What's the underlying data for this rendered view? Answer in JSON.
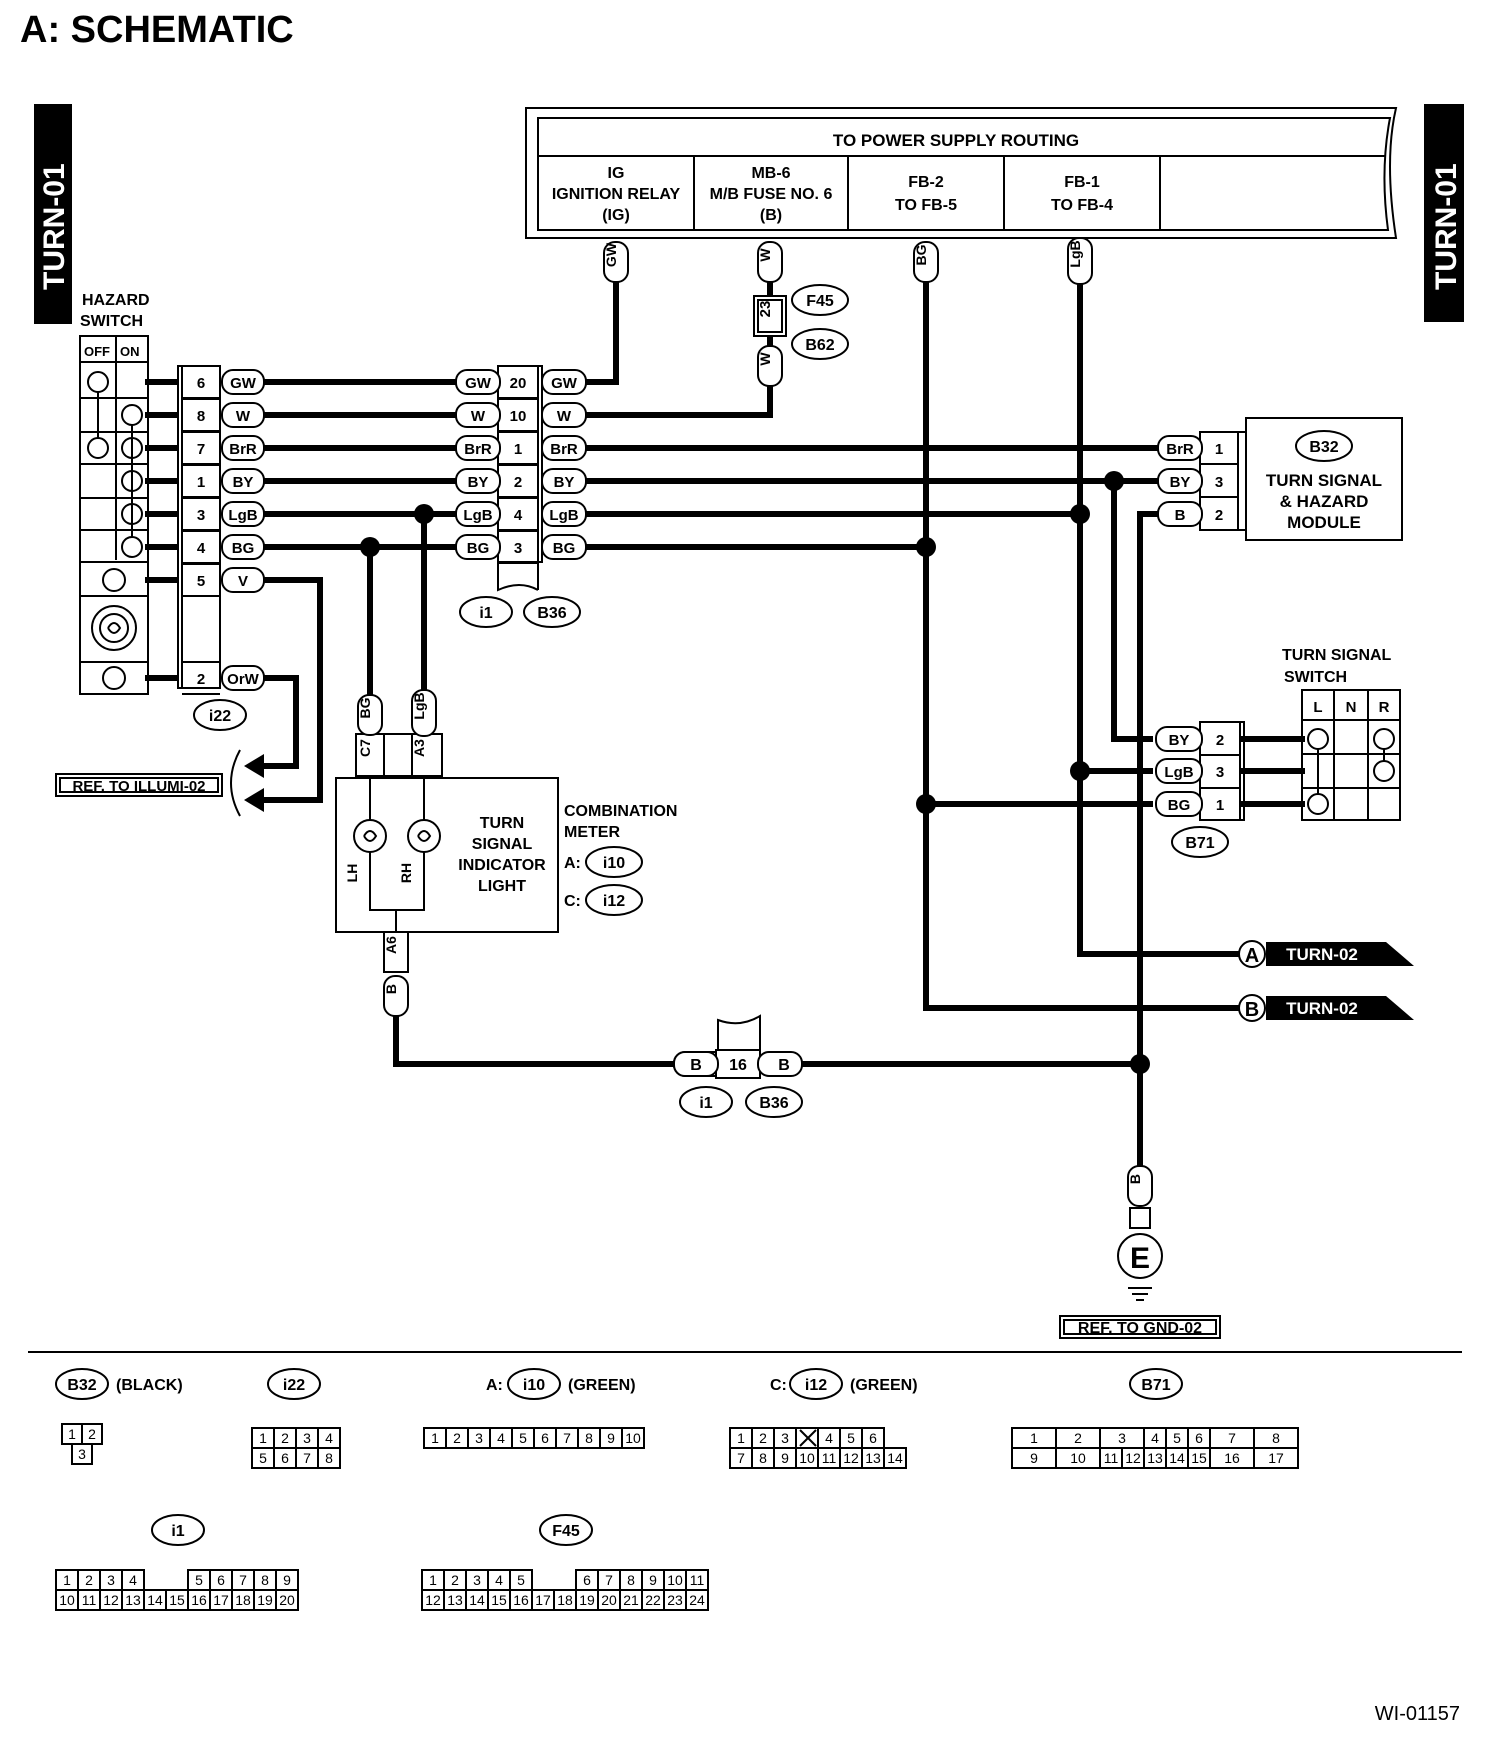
{
  "title": "A:  SCHEMATIC",
  "side_tab_left": "TURN-01",
  "side_tab_right": "TURN-01",
  "figure_id": "WI-01157",
  "power_supply": {
    "title": "TO POWER SUPPLY ROUTING",
    "columns": [
      {
        "line1": "IG",
        "line2": "IGNITION RELAY",
        "line3": "(IG)"
      },
      {
        "line1": "MB-6",
        "line2": "M/B FUSE NO. 6",
        "line3": "(B)"
      },
      {
        "line1": "FB-2",
        "line2": "TO FB-5",
        "line3": ""
      },
      {
        "line1": "FB-1",
        "line2": "TO FB-4",
        "line3": ""
      }
    ]
  },
  "hazard_switch": {
    "label1": "HAZARD",
    "label2": "SWITCH",
    "off": "OFF",
    "on": "ON"
  },
  "i22_rows": [
    {
      "pin": "6",
      "wire": "GW"
    },
    {
      "pin": "8",
      "wire": "W"
    },
    {
      "pin": "7",
      "wire": "BrR"
    },
    {
      "pin": "1",
      "wire": "BY"
    },
    {
      "pin": "3",
      "wire": "LgB"
    },
    {
      "pin": "4",
      "wire": "BG"
    },
    {
      "pin": "5",
      "wire": "V"
    },
    {
      "pin": "2",
      "wire": "OrW"
    }
  ],
  "b36_rows": [
    {
      "left": "GW",
      "pin": "20",
      "right": "GW"
    },
    {
      "left": "W",
      "pin": "10",
      "right": "W"
    },
    {
      "left": "BrR",
      "pin": "1",
      "right": "BrR"
    },
    {
      "left": "BY",
      "pin": "2",
      "right": "BY"
    },
    {
      "left": "LgB",
      "pin": "4",
      "right": "LgB"
    },
    {
      "left": "BG",
      "pin": "3",
      "right": "BG"
    }
  ],
  "labels": {
    "i22": "i22",
    "i1": "i1",
    "b36": "B36",
    "f45": "F45",
    "b62": "B62",
    "f45_pin": "23",
    "wire_gw": "GW",
    "wire_w": "W",
    "wire_bg": "BG",
    "wire_lgb": "LgB",
    "wire_b": "B",
    "c7": "C7",
    "a3": "A3",
    "a6": "A6",
    "pin16": "16",
    "ref_illumi": "REF. TO ILLUMI-02",
    "ref_gnd": "REF. TO GND-02",
    "ground": "E",
    "turn02": "TURN-02",
    "conn_a": "A",
    "conn_b": "B"
  },
  "module": {
    "id": "B32",
    "name1": "TURN SIGNAL",
    "name2": "& HAZARD",
    "name3": "MODULE",
    "pins": [
      {
        "wire": "BrR",
        "pin": "1"
      },
      {
        "wire": "BY",
        "pin": "3"
      },
      {
        "wire": "B",
        "pin": "2"
      }
    ]
  },
  "turn_switch": {
    "label1": "TURN SIGNAL",
    "label2": "SWITCH",
    "cols": [
      "L",
      "N",
      "R"
    ],
    "id": "B71",
    "pins": [
      {
        "wire": "BY",
        "pin": "2"
      },
      {
        "wire": "LgB",
        "pin": "3"
      },
      {
        "wire": "BG",
        "pin": "1"
      }
    ]
  },
  "meter": {
    "name1": "TURN",
    "name2": "SIGNAL",
    "name3": "INDICATOR",
    "name4": "LIGHT",
    "lh": "LH",
    "rh": "RH",
    "combo1": "COMBINATION",
    "combo2": "METER",
    "a_prefix": "A:",
    "a_id": "i10",
    "c_prefix": "C:",
    "c_id": "i12"
  },
  "connector_views": {
    "b32": {
      "id": "B32",
      "color": "(BLACK)",
      "pins_top": [
        "1",
        "2"
      ],
      "pins_bottom": [
        "3"
      ]
    },
    "i22": {
      "id": "i22",
      "pins_top": [
        "1",
        "2",
        "3",
        "4"
      ],
      "pins_bottom": [
        "5",
        "6",
        "7",
        "8"
      ]
    },
    "i10": {
      "prefix": "A:",
      "id": "i10",
      "color": "(GREEN)",
      "pins": [
        "1",
        "2",
        "3",
        "4",
        "5",
        "6",
        "7",
        "8",
        "9",
        "10"
      ]
    },
    "i12": {
      "prefix": "C:",
      "id": "i12",
      "color": "(GREEN)",
      "pins_top": [
        "1",
        "2",
        "3",
        "",
        "4",
        "5",
        "6"
      ],
      "pins_bottom": [
        "7",
        "8",
        "9",
        "10",
        "11",
        "12",
        "13",
        "14"
      ]
    },
    "b71": {
      "id": "B71",
      "pins_top": [
        "1",
        "2",
        "3",
        "4",
        "5",
        "6",
        "7",
        "8"
      ],
      "pins_bottom": [
        "9",
        "10",
        "11",
        "12",
        "13",
        "14",
        "15",
        "16",
        "17"
      ]
    },
    "i1": {
      "id": "i1",
      "pins_top": [
        "1",
        "2",
        "3",
        "4",
        "5",
        "6",
        "7",
        "8",
        "9"
      ],
      "pins_bottom": [
        "10",
        "11",
        "12",
        "13",
        "14",
        "15",
        "16",
        "17",
        "18",
        "19",
        "20"
      ]
    },
    "f45": {
      "id": "F45",
      "pins_top": [
        "1",
        "2",
        "3",
        "4",
        "5",
        "6",
        "7",
        "8",
        "9",
        "10",
        "11"
      ],
      "pins_bottom": [
        "12",
        "13",
        "14",
        "15",
        "16",
        "17",
        "18",
        "19",
        "20",
        "21",
        "22",
        "23",
        "24"
      ]
    }
  }
}
